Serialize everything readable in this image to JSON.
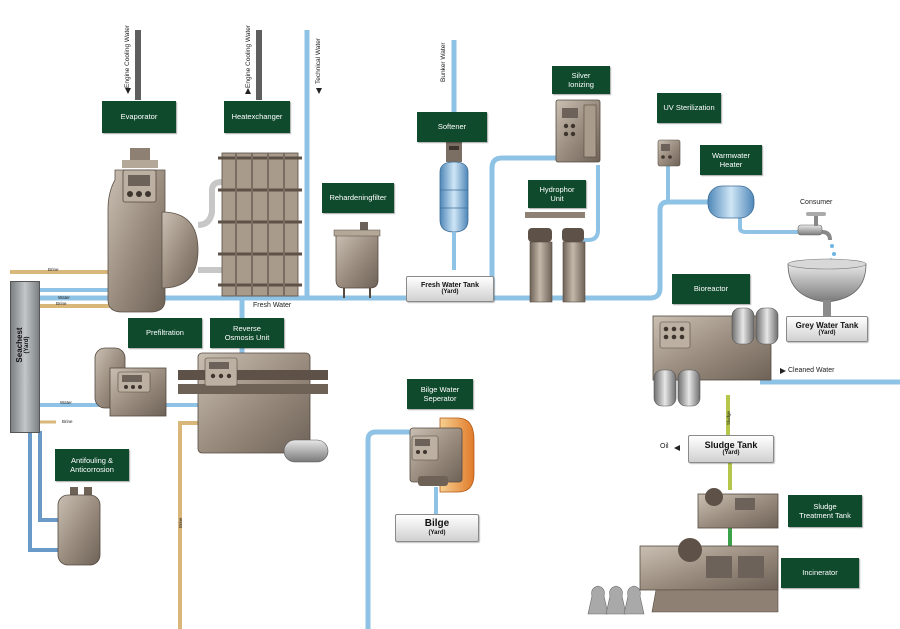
{
  "labels": {
    "evaporator": "Evaporator",
    "heatexchanger": "Heatexchanger",
    "rehardeningfilter": "Rehardeningfilter",
    "softener": "Softener",
    "silver_ionizing": "Silver\nIonizing",
    "hydrophor_unit": "Hydrophor\nUnit",
    "uv_sterilization": "UV Sterilization",
    "warmwater_heater": "Warmwater\nHeater",
    "bioreactor": "Bioreactor",
    "prefiltration": "Prefiltration",
    "reverse_osmosis": "Reverse\nOsmosis Unit",
    "bilge_water_separator": "Bilge Water\nSeperator",
    "antifouling": "Antifouling &\nAnticorrosion",
    "sludge_treatment": "Sludge\nTreatment Tank",
    "incinerator": "Incinerator"
  },
  "tanks": {
    "fresh_water": {
      "name": "Fresh Water Tank",
      "sub": "(Yard)"
    },
    "grey_water": {
      "name": "Grey Water Tank",
      "sub": "(Yard)"
    },
    "sludge": {
      "name": "Sludge Tank",
      "sub": "(Yard)"
    },
    "bilge": {
      "name": "Bilge",
      "sub": "(Yard)"
    },
    "seachest": {
      "name": "Seachest",
      "sub": "(Yard)"
    }
  },
  "pipe_labels": {
    "engine_cooling_1": "Engine Cooling Water",
    "engine_cooling_2": "Engine Cooling Water",
    "technical_water": "Technical Water",
    "bunker_water": "Bunker Water",
    "fresh_water": "Fresh Water",
    "cleaned_water": "Cleaned Water",
    "consumer": "Consumer",
    "oil": "Oil",
    "brine_1": "Brine",
    "water_1": "Water",
    "brine_2": "Brine",
    "water_2": "Water",
    "brine_3": "Brine",
    "brine_4": "Brine",
    "sludge": "Sludge"
  },
  "colors": {
    "label_bg": "#0f4a2c",
    "water_pipe": "#8fc3e6",
    "brine_pipe": "#d9b67a",
    "cooling_pipe": "#6d6d6d",
    "oil_pipe": "#e08030",
    "sludge_pipe": "#b5c64a",
    "machine": "#8e8072"
  }
}
